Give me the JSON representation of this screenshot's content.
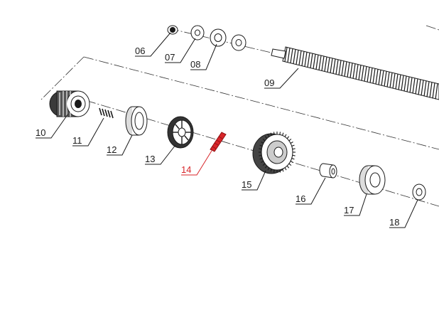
{
  "diagram": {
    "highlight_color": "#d8262a",
    "line_color": "#1a1a1a",
    "parts": [
      {
        "id": "06",
        "label": "06",
        "highlighted": false
      },
      {
        "id": "07",
        "label": "07",
        "highlighted": false
      },
      {
        "id": "08",
        "label": "08",
        "highlighted": false
      },
      {
        "id": "09",
        "label": "09",
        "highlighted": false
      },
      {
        "id": "10",
        "label": "10",
        "highlighted": false
      },
      {
        "id": "11",
        "label": "11",
        "highlighted": false
      },
      {
        "id": "12",
        "label": "12",
        "highlighted": false
      },
      {
        "id": "13",
        "label": "13",
        "highlighted": false
      },
      {
        "id": "14",
        "label": "14",
        "highlighted": true
      },
      {
        "id": "15",
        "label": "15",
        "highlighted": false
      },
      {
        "id": "16",
        "label": "16",
        "highlighted": false
      },
      {
        "id": "17",
        "label": "17",
        "highlighted": false
      },
      {
        "id": "18",
        "label": "18",
        "highlighted": false
      }
    ]
  }
}
